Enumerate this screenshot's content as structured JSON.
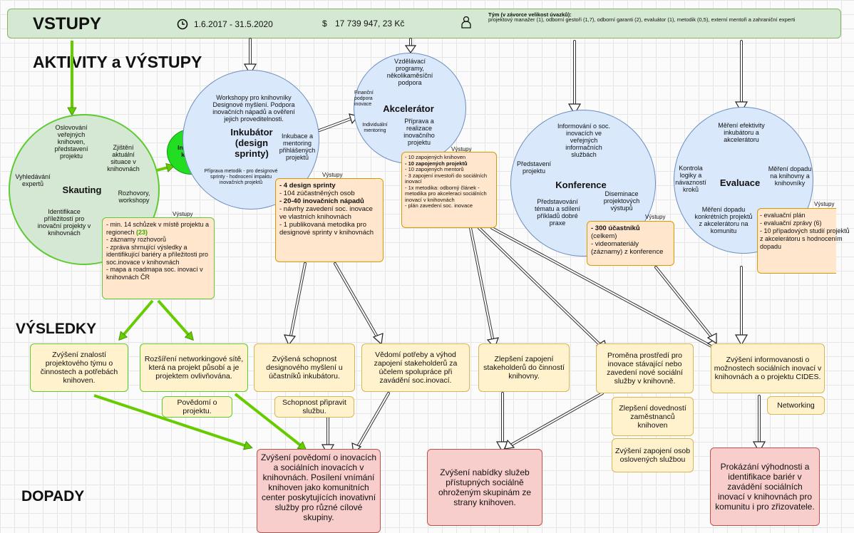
{
  "header": {
    "title": "VSTUPY",
    "date_range": "1.6.2017 - 31.5.2020",
    "budget": "17 739 947, 23 Kč",
    "team_title": "Tým (v závorce velikost úvazků):",
    "team_text": "projektový manažer (1), odborní gestoři (1,7), odborní garanti (2), evaluátor (1), metodik (0,5), externí mentoři a zahraniční experti"
  },
  "sections": {
    "activities": "AKTIVITY a VÝSTUPY",
    "results": "VÝSLEDKY",
    "impacts": "DOPADY"
  },
  "output_label": "Výstupy",
  "skauting": {
    "title": "Skauting",
    "items": [
      "Oslovování veřejných knihoven, představení projektu",
      "Zjištění aktuální situace v knihovnách",
      "Vyhledávání expertů",
      "Rozhovory, workshopy",
      "Identifikace příležitostí pro inovační projekty v knihovnách"
    ],
    "outputs": [
      "- min. 14 schůzek v místě projektu a regionech ",
      "(23)",
      "- záznamy rozhovorů",
      "- zpráva shrnující výsledky a identifikující bariéry a příležitosti pro soc.inovace v knihovnách",
      "- mapa a roadmapa soc. inovací v knihovnách ČR"
    ]
  },
  "infoden": "Infoden v krajích",
  "inkubator": {
    "title": "Inkubátor (design sprinty)",
    "top": "Workshopy pro knihovníky Designové myšlení. Podpora inovačních nápadů a ověření jejich proveditelnosti.",
    "right": "Inkubace a mentoring přihlášených projektů",
    "bottom": "Příprava metodik - pro designové sprinty - hodnocení impaktu inovačních projektů",
    "outputs": [
      "- 4 design sprinty",
      "- 104 zúčastněných osob",
      "- 20-40 inovačních nápadů",
      "- návrhy zavedení soc. inovace ve vlastních knihovnách",
      "- 1 publikovaná metodika pro designové sprinty v knihovnách"
    ]
  },
  "akcelerator": {
    "title": "Akcelerátor",
    "top": "Vzdělávací programy, několikaměsíční podpora",
    "left1": "Finanční podpora inovace",
    "left2": "Individuální mentoring",
    "right": "Příprava a realizace inovačního projektu",
    "outputs": [
      "- 10 zapojených knihoven",
      "- 10 zapojených projektů",
      "- 10 zapojených mentorů",
      "- 3 zapojení investoři do sociálních inovací",
      "- 1x metodika: odborný článek - metodika pro akceleraci sociálních inovací v knihovnách",
      "- plán zavedení soc. inovace"
    ]
  },
  "konference": {
    "title": "Konference",
    "items": [
      "Informování o soc. inovacích ve veřejných informačních službách",
      "Představení projektu",
      "Diseminace projektových výstupů",
      "Představování tématu a sdílení příkladů dobré praxe"
    ],
    "outputs": [
      "- 300 účastníků",
      "(celkem)",
      "- videomateriály (záznamy) z konference"
    ]
  },
  "evaluace": {
    "title": "Evaluace",
    "items": [
      "Měření efektivity inkubátoru a akcelerátoru",
      "Kontrola logiky a návazností kroků",
      "Měření dopadu na knihovny a knihovníky",
      "Měření dopadu konkrétních projektů z akcelerátoru na komunitu"
    ],
    "outputs": [
      "- evaluační plán",
      "- evaluační zprávy (6)",
      "- 10 případových studií projektů z akcelerátoru s hodnocením dopadu"
    ]
  },
  "results": [
    "Zvýšení znalostí projektového týmu o činnostech a potřebách knihoven.",
    "Rozšíření networkingové sítě, která na projekt působí a je projektem ovlivňována.",
    "Povědomí o projektu.",
    "Zvýšená schopnost designového myšlení u účastníků inkubátoru.",
    "Schopnost připravit službu.",
    "Vědomí potřeby a výhod zapojení stakeholderů za účelem spolupráce při zavádění soc.inovací.",
    "Zlepšení zapojení stakeholderů do činností knihovny.",
    "Proměna prostředí pro inovace stávající nebo zavedení nové sociální služby v knihovně.",
    "Zlepšení dovedností zaměstnanců knihoven",
    "Zvýšení zapojení osob oslovených službou",
    "Zvýšení informovanosti o možnostech sociálních inovací v knihovnách a o projektu CIDES.",
    "Networking"
  ],
  "impacts": [
    "Zvýšení povědomí o inovacích a sociálních inovacích v knihovnách. Posílení vnímání knihoven jako komunitních center poskytujících inovativní služby pro různé cílové skupiny.",
    "Zvýšení nabídky služeb přístupných sociálně ohroženým skupinám ze strany knihoven.",
    "Prokázání výhodnosti a identifikace bariér v zavádění sociálních inovací v knihovnách pro komunitu i pro zřizovatele."
  ],
  "colors": {
    "green_arrow": "#66cc00",
    "circle_fill": "#dae8fc",
    "output_fill": "#ffe6cc",
    "result_fill": "#fff2cc",
    "impact_fill": "#f8cecc"
  }
}
